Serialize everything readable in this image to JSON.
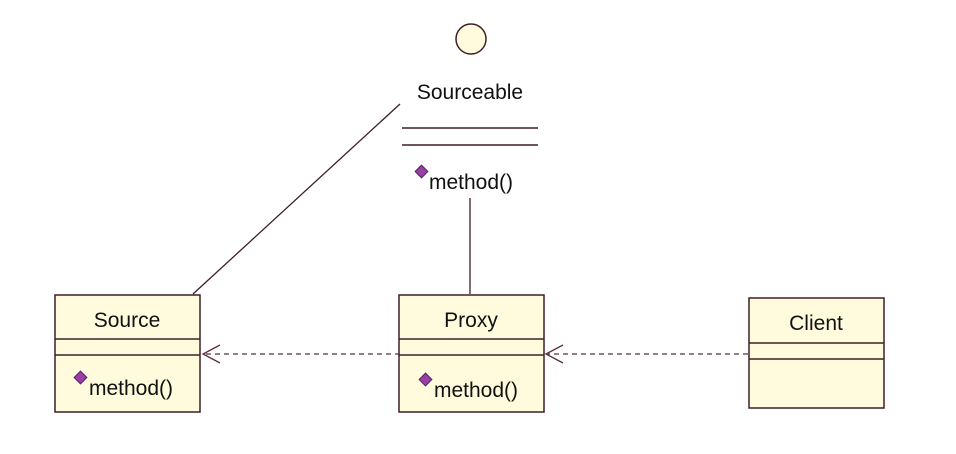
{
  "diagram": {
    "interface": {
      "name": "Sourceable",
      "operation": "method()"
    },
    "classes": {
      "source": {
        "name": "Source",
        "operation": "method()"
      },
      "proxy": {
        "name": "Proxy",
        "operation": "method()"
      },
      "client": {
        "name": "Client"
      }
    },
    "colors": {
      "class_fill": "#fffbdc",
      "border": "#3d1f2a",
      "operation_icon": "#9a3fa7"
    },
    "icons": {
      "interface": "lollipop-circle-icon",
      "operation": "diamond-icon",
      "dependency_arrow": "open-arrowhead-icon"
    }
  }
}
